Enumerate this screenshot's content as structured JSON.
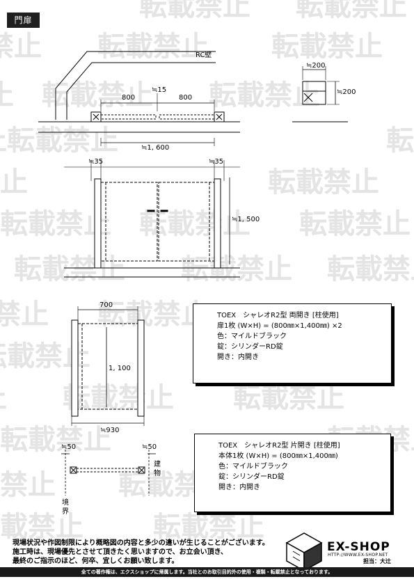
{
  "header": {
    "tag": "門扉"
  },
  "watermark": {
    "text": "転載禁止"
  },
  "plan": {
    "wall_label": "RC壁",
    "left_leaf": "800",
    "gap": "≒15",
    "right_leaf": "800",
    "total": "≒1, 600"
  },
  "post_section": {
    "width": "≒200",
    "depth": "≒200"
  },
  "front": {
    "post_left": "≒35",
    "post_right": "≒35",
    "height": "≒1, 500"
  },
  "side": {
    "top_width": "700",
    "height": "1, 100",
    "bottom_width": "≒930"
  },
  "single_plan": {
    "left_gap": "≒50",
    "right_gap": "≒50",
    "left_label": [
      "境",
      "界"
    ],
    "right_label": [
      "建",
      "物"
    ]
  },
  "spec1": {
    "line1": "TOEX　シャレオR2型 両開き [柱使用]",
    "line2": "扉1枚 (W×H) = (800㎜×1,400㎜) ×2",
    "line3": "色：マイルドブラック",
    "line4": "錠：シリンダーRD錠",
    "line5": "開き：内開き"
  },
  "spec2": {
    "line1": "TOEX　シャレオR2型 片開き [柱使用]",
    "line2": "本体1枚 (W×H) = (800㎜×1,400㎜)",
    "line3": "色：マイルドブラック",
    "line4": "錠：シリンダーRD錠",
    "line5": "開き：内開き"
  },
  "notice": {
    "line1": "現場状況や作図制限により概略図の内容と多少の違いが生じることがございます。",
    "line2": "施工時は、現場優先とさせて頂きたく思いますので、お立会い頂き、",
    "line3": "最終のご指示のほど、何卒、宜しくお願い致します。"
  },
  "brand": {
    "logo": "EX-SHOP",
    "url": "HTTP://WWW.EX-SHOP.NET",
    "charge": "担当：大辻"
  },
  "footer": {
    "text": "全ての著作権は、エクスショップに帰属します。当社とのお取引目的外の使用・複製・転載禁止となっております。"
  }
}
